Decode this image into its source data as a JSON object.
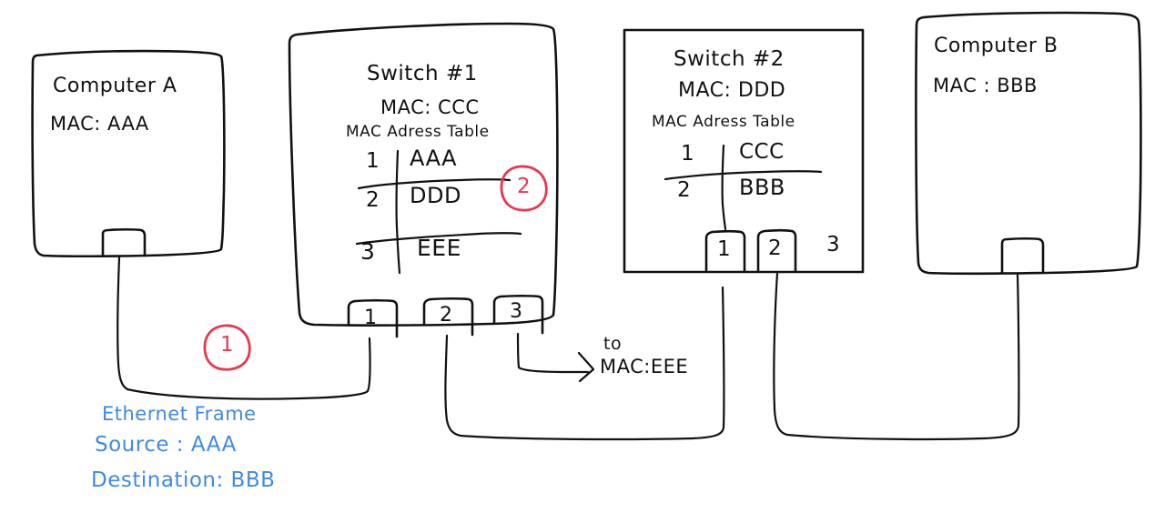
{
  "diagram": {
    "title": "Ethernet switching MAC address table diagram",
    "colors": {
      "ink": "#111111",
      "annotation_red": "#e8384f",
      "frame_blue": "#3f8ae0",
      "background": "#ffffff"
    }
  },
  "computer_a": {
    "name": "Computer A",
    "mac_line": "MAC: AAA",
    "port_label": ""
  },
  "computer_b": {
    "name": "Computer B",
    "mac_line": "MAC : BBB",
    "port_label": ""
  },
  "switch1": {
    "title": "Switch #1",
    "mac_line": "MAC: CCC",
    "table_header": "MAC Adress Table",
    "table_rows": [
      {
        "port": "1",
        "mac": "AAA"
      },
      {
        "port": "2",
        "mac": "DDD"
      },
      {
        "port": "3",
        "mac": "EEE"
      }
    ],
    "ports": [
      {
        "label": "1",
        "boxed": true
      },
      {
        "label": "2",
        "boxed": true
      },
      {
        "label": "3",
        "boxed": true
      }
    ]
  },
  "switch2": {
    "title": "Switch #2",
    "mac_line": "MAC: DDD",
    "table_header": "MAC Adress Table",
    "table_rows": [
      {
        "port": "1",
        "mac": "CCC"
      },
      {
        "port": "2",
        "mac": "BBB"
      }
    ],
    "ports": [
      {
        "label": "1",
        "boxed": true
      },
      {
        "label": "2",
        "boxed": true
      },
      {
        "label": "3",
        "boxed": false
      }
    ]
  },
  "annotations": {
    "step_one": "1",
    "step_two": "2",
    "to_mac_line1": "to",
    "to_mac_line2": "MAC:EEE"
  },
  "frame_note": {
    "line1": "Ethernet Frame",
    "line2": "Source :  AAA",
    "line3": "Destination: BBB"
  }
}
